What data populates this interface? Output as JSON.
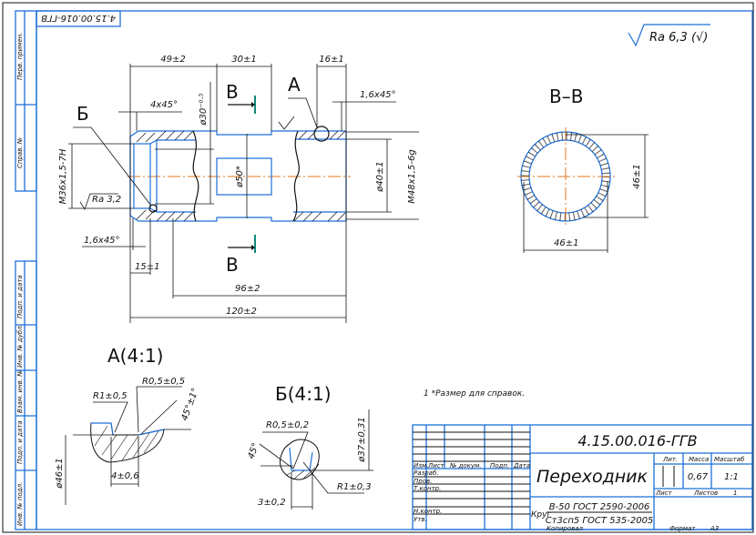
{
  "sheet": {
    "stamp_code_rotated": "4.15.00.016-ГГВ",
    "roughness_general": "Ra 6,3 (√)",
    "note": "1  *Размер для справок.",
    "side_strip": [
      "Перв. примен.",
      "Справ. №",
      "Подп. и дата",
      "Инв. № дубл.",
      "Взам. инв. №",
      "Подп. и дата",
      "Инв. № подл."
    ]
  },
  "main_view": {
    "dims": {
      "d49": "49±2",
      "d30": "30±1",
      "d16": "16±1",
      "ch16_right": "1,6x45°",
      "ch4": "4x45°",
      "ch16_left": "1,6x45°",
      "phi30": "ø30⁻⁰·⁵",
      "phi50": "ø50*",
      "phi40": "ø40±1",
      "m48": "M48x1,5-6g",
      "m36": "M36x1,5-7H",
      "ra32": "Ra 3,2",
      "d15": "15±1",
      "d96": "96±2",
      "d120": "120±2"
    },
    "labels": {
      "A": "А",
      "B": "Б",
      "V_top": "В",
      "V_bottom": "В"
    }
  },
  "section_vv": {
    "title": "В–В",
    "dim_h": "46±1",
    "dim_v": "46±1"
  },
  "detail_a": {
    "title": "А(4:1)",
    "r1": "R1±0,5",
    "r05": "R0,5±0,5",
    "angle": "45°±1°",
    "w": "4±0,6",
    "phi46": "ø46±1"
  },
  "detail_b": {
    "title": "Б(4:1)",
    "r05": "R0,5±0,2",
    "angle": "45°",
    "phi37": "ø37±0,31",
    "r1": "R1±0,3",
    "w": "3±0,2"
  },
  "title_block": {
    "designation": "4.15.00.016-ГГВ",
    "part_name": "Переходник",
    "material_top": "В-50 ГОСТ 2590-2006",
    "material_bottom": "Ст3сп5 ГОСТ 535-2005",
    "material_prefix": "Круг",
    "headers": {
      "izm": "Изм.",
      "list": "Лист",
      "doc": "№ докум.",
      "sign": "Подп.",
      "date": "Дата"
    },
    "roles": [
      "Разраб.",
      "Пров.",
      "Т.контр.",
      "",
      "Н.контр.",
      "Утв."
    ],
    "lit_label": "Лит.",
    "mass_label": "Масса",
    "scale_label": "Масштаб",
    "mass": "0,67",
    "scale": "1:1",
    "sheet_label": "Лист",
    "sheets_label": "Листов",
    "sheets": "1",
    "copied": "Копировал",
    "format_label": "Формат",
    "format": "А3"
  }
}
